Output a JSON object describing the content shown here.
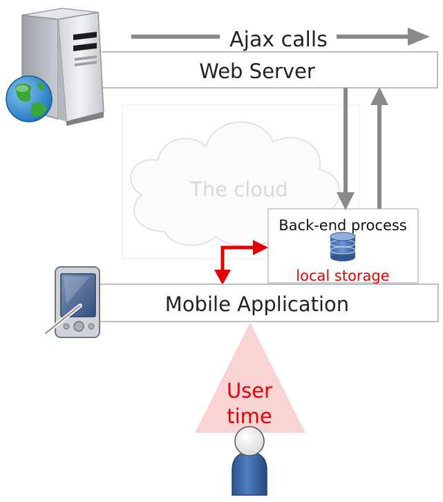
{
  "labels": {
    "ajax_calls": "Ajax calls",
    "web_server": "Web Server",
    "the_cloud": "The cloud",
    "back_end_process": "Back-end process",
    "local_storage": "local storage",
    "mobile_application": "Mobile Application",
    "user_time_line1": "User",
    "user_time_line2": "time"
  },
  "icons": {
    "server": "server-tower-icon",
    "globe": "globe-icon",
    "database": "database-icon",
    "pda": "pda-stylus-icon",
    "user": "user-person-icon"
  },
  "colors": {
    "box_stroke": "#bdbdbd",
    "arrow_gray": "#8a8a8a",
    "accent_red": "#e60000",
    "user_time_fill": "#fad4d4",
    "database_blue": "#4d78b8",
    "user_body": "#2f5f9e",
    "text_dark": "#222222",
    "cloud_text": "#d9d9d9"
  }
}
